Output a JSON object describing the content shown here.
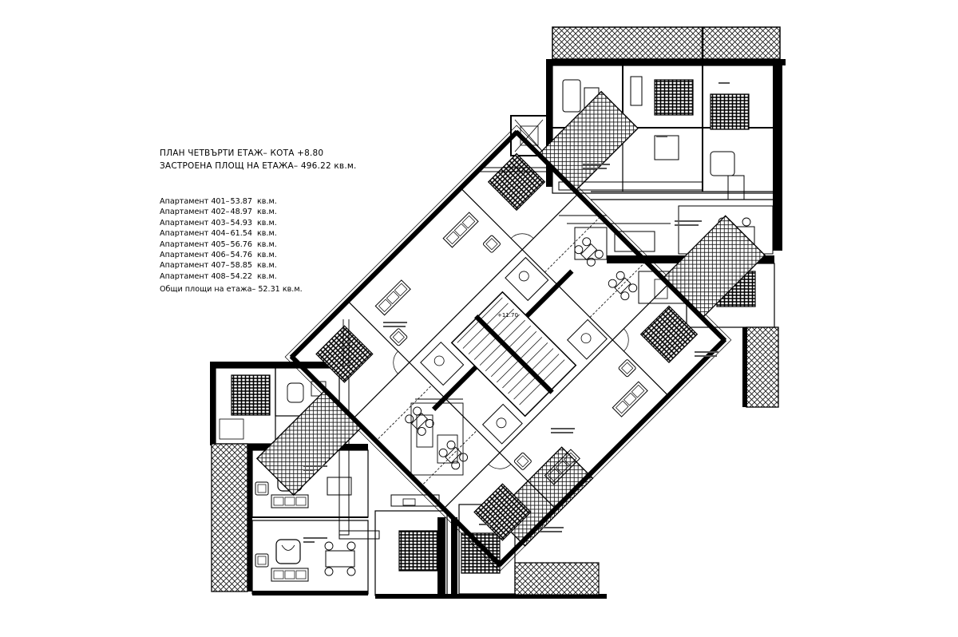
{
  "plan": {
    "title": "ПЛАН ЧЕТВЪРТИ ЕТАЖ– КОТА +8.80",
    "built_area_label": "ЗАСТРОЕНА ПЛОЩ НА ЕТАЖА– 496.22 кв.м.",
    "apartments": [
      {
        "label": "Апартамент 401–",
        "area": "53.87",
        "unit": "кв.м."
      },
      {
        "label": "Апартамент 402–",
        "area": "48.97",
        "unit": "кв.м."
      },
      {
        "label": "Апартамент 403–",
        "area": "54.93",
        "unit": "кв.м."
      },
      {
        "label": "Апартамент 404–",
        "area": "61.54",
        "unit": "кв.м."
      },
      {
        "label": "Апартамент 405–",
        "area": "56.76",
        "unit": "кв.м."
      },
      {
        "label": "Апартамент 406–",
        "area": "54.76",
        "unit": "кв.м."
      },
      {
        "label": "Апартамент 407–",
        "area": "58.85",
        "unit": "кв.м."
      },
      {
        "label": "Апартамент 408–",
        "area": "54.22",
        "unit": "кв.м."
      }
    ],
    "common_area": "Общи площи на етажа– 52.31 кв.м.",
    "level_mark": "+11.70"
  }
}
